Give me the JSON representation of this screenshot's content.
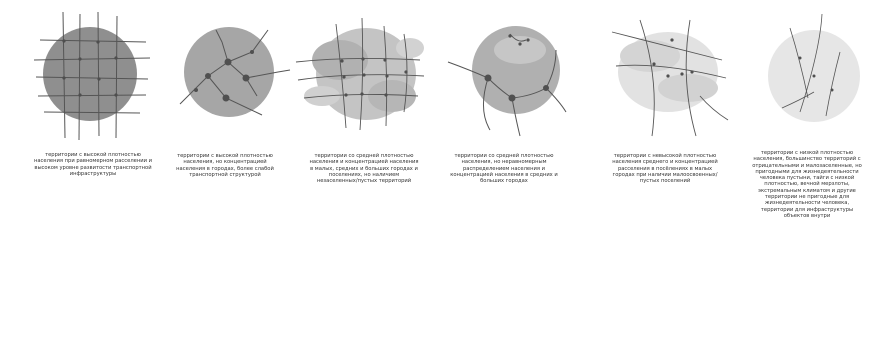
{
  "colors": {
    "dark_gray": "#8f8f8f",
    "mid_gray": "#b6b6b6",
    "light_gray": "#d6d6d6",
    "pale_gray": "#e6e6e6",
    "line": "#555555",
    "node": "#5a5a5a",
    "text": "#333333"
  },
  "panels": [
    {
      "shape": "gray-circle-with-grid",
      "caption": "территории с высокой плотностью населения при равномерном расселении и высоком уровне развитости транспортной инфраструктуры"
    },
    {
      "shape": "gray-circle-with-branching-network",
      "caption": "территории с высокой плотностью населения, но концентрацией населения в городах, более слабой транспортной структурой"
    },
    {
      "shape": "blotchy-circle-with-irregular-grid",
      "caption": "территории со средней плотностью населения и концентрацией населения в малых, средних и больших городах и поселениях, но наличием незаселенных/пустых территорий"
    },
    {
      "shape": "circle-with-curved-network",
      "caption": "территории со средней плотностью населения, но неравномерным распределением населения и концентрацией населения в средних и больших городах"
    },
    {
      "shape": "light-blotch-with-curved-lines",
      "caption": "территории с невысокой плотностью населения среднего и концентрацией расселения в посёлениях в малых городах при наличии малоосвоенных/пустых поселений"
    },
    {
      "shape": "pale-circle-with-sparse-lines",
      "caption": "территории с низкой плотностью населения, большинство территорий с отрицательными и малозаселенные, но пригодными для жизнедеятельности человека пустыни, тайги с низкой плотностью, вечной мерзлоты, экстремальным климатом и другие территории не пригодные для жизнедеятельности человека, территории для инфраструктуры объектов внутри"
    }
  ]
}
